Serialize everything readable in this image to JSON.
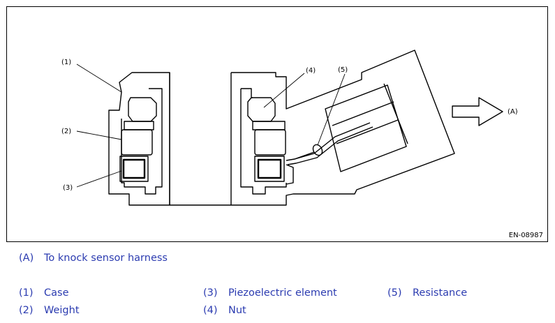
{
  "figure": {
    "id": "EN-08987",
    "callouts": [
      "(1)",
      "(2)",
      "(3)",
      "(4)",
      "(5)",
      "(A)"
    ]
  },
  "legend": {
    "a": {
      "code": "(A)",
      "text": "To knock sensor harness"
    },
    "items": [
      {
        "code": "(1)",
        "text": "Case"
      },
      {
        "code": "(2)",
        "text": "Weight"
      },
      {
        "code": "(3)",
        "text": "Piezoelectric element"
      },
      {
        "code": "(4)",
        "text": "Nut"
      },
      {
        "code": "(5)",
        "text": "Resistance"
      }
    ]
  },
  "colors": {
    "legend_text": "#2b3bb0",
    "line": "#000000"
  }
}
